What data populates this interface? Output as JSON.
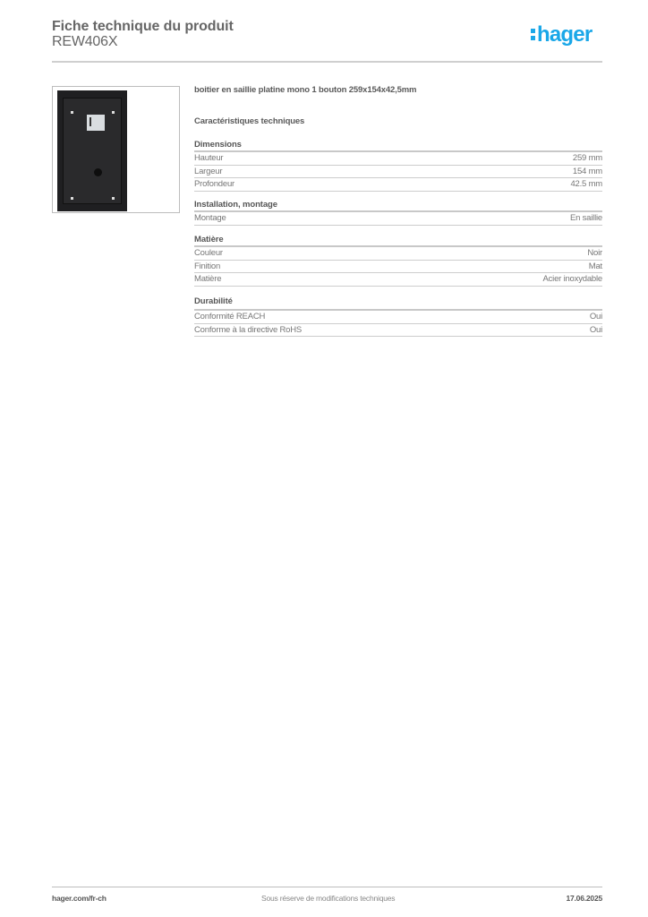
{
  "header": {
    "title": "Fiche technique du produit",
    "reference": "REW406X",
    "logo_text": "hager",
    "brand_color": "#1aa7e8"
  },
  "product": {
    "image_alt": "Boîtier en saillie noir",
    "description": "boitier en saillie platine mono 1 bouton 259x154x42,5mm"
  },
  "specs": {
    "heading": "Caractéristiques techniques",
    "groups": [
      {
        "title": "Dimensions",
        "rows": [
          {
            "label": "Hauteur",
            "value": "259 mm"
          },
          {
            "label": "Largeur",
            "value": "154 mm"
          },
          {
            "label": "Profondeur",
            "value": "42.5 mm"
          }
        ]
      },
      {
        "title": "Installation, montage",
        "rows": [
          {
            "label": "Montage",
            "value": "En saillie"
          }
        ]
      },
      {
        "title": "Matière",
        "rows": [
          {
            "label": "Couleur",
            "value": "Noir"
          },
          {
            "label": "Finition",
            "value": "Mat"
          },
          {
            "label": "Matière",
            "value": "Acier inoxydable"
          }
        ]
      },
      {
        "title": "Durabilité",
        "rows": [
          {
            "label": "Conformité REACH",
            "value": "Oui"
          },
          {
            "label": "Conforme à la directive RoHS",
            "value": "Oui"
          }
        ]
      }
    ]
  },
  "footer": {
    "website": "hager.com/fr-ch",
    "disclaimer": "Sous réserve de modifications techniques",
    "date": "17.06.2025"
  }
}
